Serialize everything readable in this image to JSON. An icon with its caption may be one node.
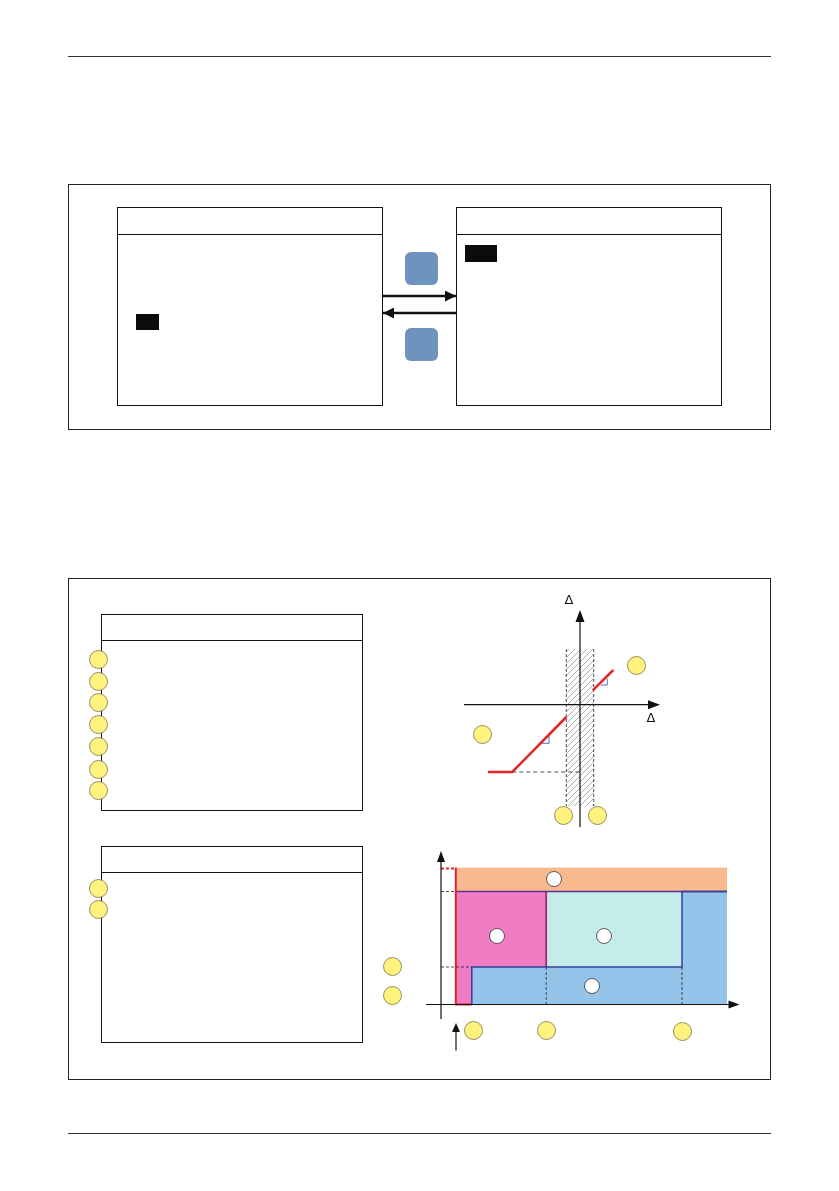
{
  "diagram": {
    "nodes": [
      {
        "text": [],
        "shape": "box"
      },
      {
        "text": [],
        "shape": "box"
      },
      {
        "text": [],
        "shape": "box"
      },
      {
        "text": [],
        "shape": "box"
      }
    ],
    "edges": [
      {
        "from": 0,
        "to": 1,
        "arrow": "to"
      },
      {
        "from": 1,
        "to": 0,
        "arrow": "to"
      }
    ],
    "labels": [
      "Δ",
      "Δ"
    ]
  }
}
